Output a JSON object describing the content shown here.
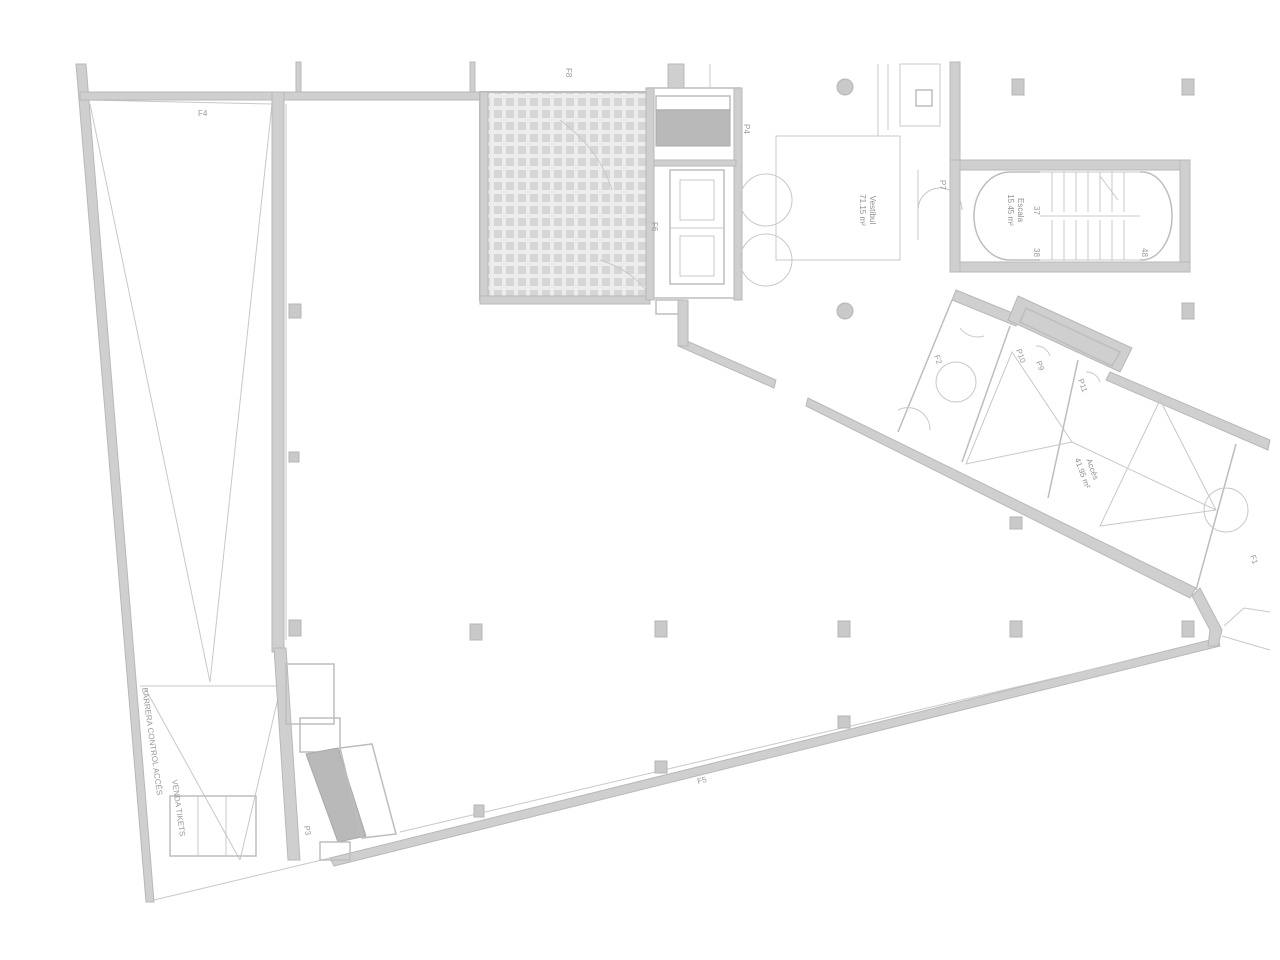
{
  "labels": {
    "f8": "F8",
    "f4": "F4",
    "f6": "F6",
    "p4": "P4",
    "p7": "P7",
    "f2": "F2",
    "p10": "P10",
    "p9": "P9",
    "p11": "P11",
    "f1": "F1",
    "f5": "F5",
    "p3": "P3",
    "vestibul_name": "Vestíbul",
    "vestibul_area": "71.15 m²",
    "escala_name": "Escala",
    "escala_area": "15.45 m²",
    "stair_37": "37",
    "stair_38": "38",
    "stair_48": "48",
    "acces_name": "Accés",
    "acces_area": "41.95 m²",
    "venda": "VENDA TIKETS",
    "barrera": "BARRERA CONTROL ACCÉS"
  },
  "colors": {
    "wall": "#cfcfcf",
    "line": "#c8c8c8",
    "text": "#9a9a9a"
  }
}
